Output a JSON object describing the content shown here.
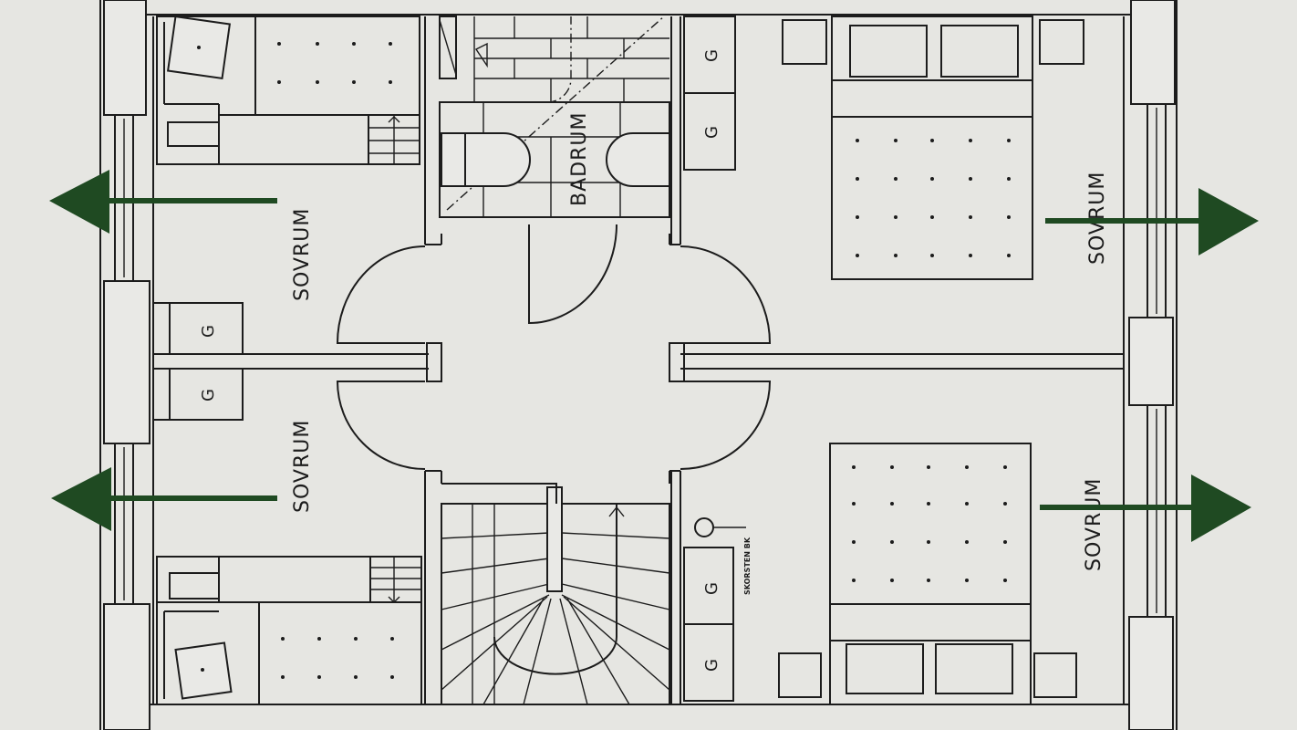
{
  "rooms": {
    "bedroom_top_left": "SOVRUM",
    "bedroom_bottom_left": "SOVRUM",
    "bedroom_top_right": "SOVRUM",
    "bedroom_bottom_right": "SOVRUM",
    "bathroom": "BADRUM"
  },
  "wardrobe_label": "G",
  "chimney_label": "SKORSTEN BK",
  "colors": {
    "arrow": "#1f4a22",
    "line": "#1c1c1c",
    "paper": "#e6e6e2"
  }
}
